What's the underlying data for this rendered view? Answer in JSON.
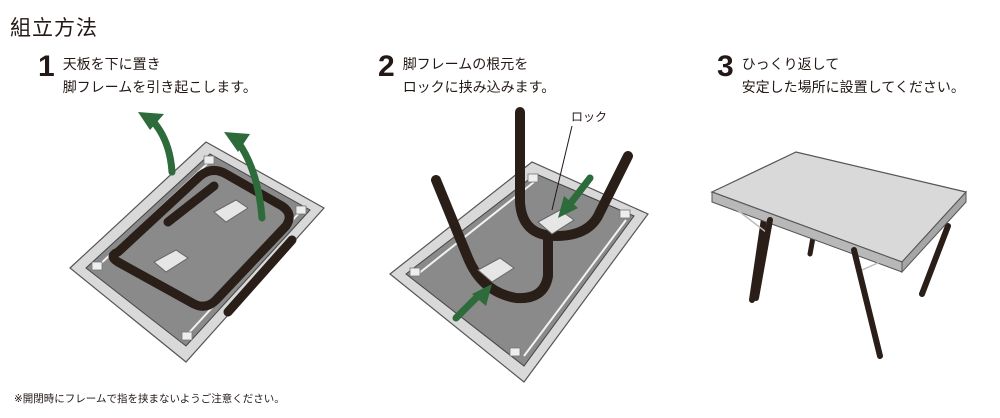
{
  "title": "組立方法",
  "steps": [
    {
      "number": "1",
      "line1": "天板を下に置き",
      "line2": "脚フレームを引き起こします。"
    },
    {
      "number": "2",
      "line1": "脚フレームの根元を",
      "line2": "ロックに挟み込みます。"
    },
    {
      "number": "3",
      "line1": "ひっくり返して",
      "line2": "安定した場所に設置してください。"
    }
  ],
  "callout_label": "ロック",
  "note": "※開閉時にフレームで指を挟まないようご注意ください。",
  "colors": {
    "arrow_green": "#2e6b3a",
    "frame_dark": "#2a1e18",
    "tray_gray": "#7d7d7d",
    "text": "#231815"
  }
}
